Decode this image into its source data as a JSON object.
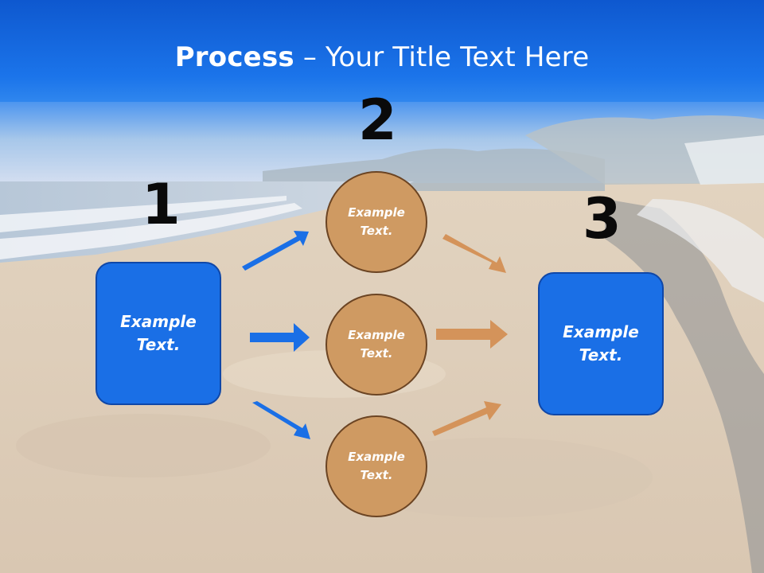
{
  "title": {
    "bold": "Process",
    "rest": " – Your Title Text Here"
  },
  "steps": {
    "one": "1",
    "two": "2",
    "three": "3"
  },
  "nodes": {
    "left": "Example\nText.",
    "right": "Example\nText.",
    "circle_top": "Example\nText.",
    "circle_mid": "Example\nText.",
    "circle_bot": "Example\nText."
  },
  "colors": {
    "header": "#1467e0",
    "box": "#1a6fe6",
    "circle": "#cf9a62",
    "arrow_blue": "#1a6fe6",
    "arrow_tan": "#d4935a"
  }
}
